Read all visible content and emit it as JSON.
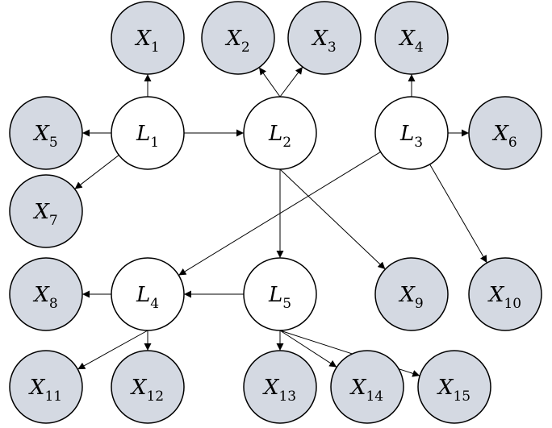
{
  "diagram": {
    "nodes": [
      {
        "id": "X1",
        "letter": "X",
        "sub": "1",
        "kind": "observed"
      },
      {
        "id": "X2",
        "letter": "X",
        "sub": "2",
        "kind": "observed"
      },
      {
        "id": "X3",
        "letter": "X",
        "sub": "3",
        "kind": "observed"
      },
      {
        "id": "X4",
        "letter": "X",
        "sub": "4",
        "kind": "observed"
      },
      {
        "id": "X5",
        "letter": "X",
        "sub": "5",
        "kind": "observed"
      },
      {
        "id": "L1",
        "letter": "L",
        "sub": "1",
        "kind": "latent"
      },
      {
        "id": "L2",
        "letter": "L",
        "sub": "2",
        "kind": "latent"
      },
      {
        "id": "L3",
        "letter": "L",
        "sub": "3",
        "kind": "latent"
      },
      {
        "id": "X6",
        "letter": "X",
        "sub": "6",
        "kind": "observed"
      },
      {
        "id": "X7",
        "letter": "X",
        "sub": "7",
        "kind": "observed"
      },
      {
        "id": "X8",
        "letter": "X",
        "sub": "8",
        "kind": "observed"
      },
      {
        "id": "L4",
        "letter": "L",
        "sub": "4",
        "kind": "latent"
      },
      {
        "id": "L5",
        "letter": "L",
        "sub": "5",
        "kind": "latent"
      },
      {
        "id": "X9",
        "letter": "X",
        "sub": "9",
        "kind": "observed"
      },
      {
        "id": "X10",
        "letter": "X",
        "sub": "10",
        "kind": "observed"
      },
      {
        "id": "X11",
        "letter": "X",
        "sub": "11",
        "kind": "observed"
      },
      {
        "id": "X12",
        "letter": "X",
        "sub": "12",
        "kind": "observed"
      },
      {
        "id": "X13",
        "letter": "X",
        "sub": "13",
        "kind": "observed"
      },
      {
        "id": "X14",
        "letter": "X",
        "sub": "14",
        "kind": "observed"
      },
      {
        "id": "X15",
        "letter": "X",
        "sub": "15",
        "kind": "observed"
      }
    ],
    "edges": [
      {
        "from": "L1",
        "to": "X1"
      },
      {
        "from": "L1",
        "to": "X5"
      },
      {
        "from": "L1",
        "to": "X7"
      },
      {
        "from": "L1",
        "to": "L2"
      },
      {
        "from": "L2",
        "to": "X2"
      },
      {
        "from": "L2",
        "to": "X3"
      },
      {
        "from": "L2",
        "to": "L5"
      },
      {
        "from": "L2",
        "to": "X9"
      },
      {
        "from": "L3",
        "to": "X4"
      },
      {
        "from": "L3",
        "to": "X6"
      },
      {
        "from": "L3",
        "to": "L4"
      },
      {
        "from": "L3",
        "to": "X10"
      },
      {
        "from": "L4",
        "to": "X8"
      },
      {
        "from": "L4",
        "to": "X11"
      },
      {
        "from": "L4",
        "to": "X12"
      },
      {
        "from": "L5",
        "to": "L4"
      },
      {
        "from": "L5",
        "to": "X13"
      },
      {
        "from": "L5",
        "to": "X14"
      },
      {
        "from": "L5",
        "to": "X15"
      }
    ],
    "colors": {
      "latent_fill": "#ffffff",
      "observed_fill": "#d4d9e2",
      "stroke": "#000000"
    }
  }
}
